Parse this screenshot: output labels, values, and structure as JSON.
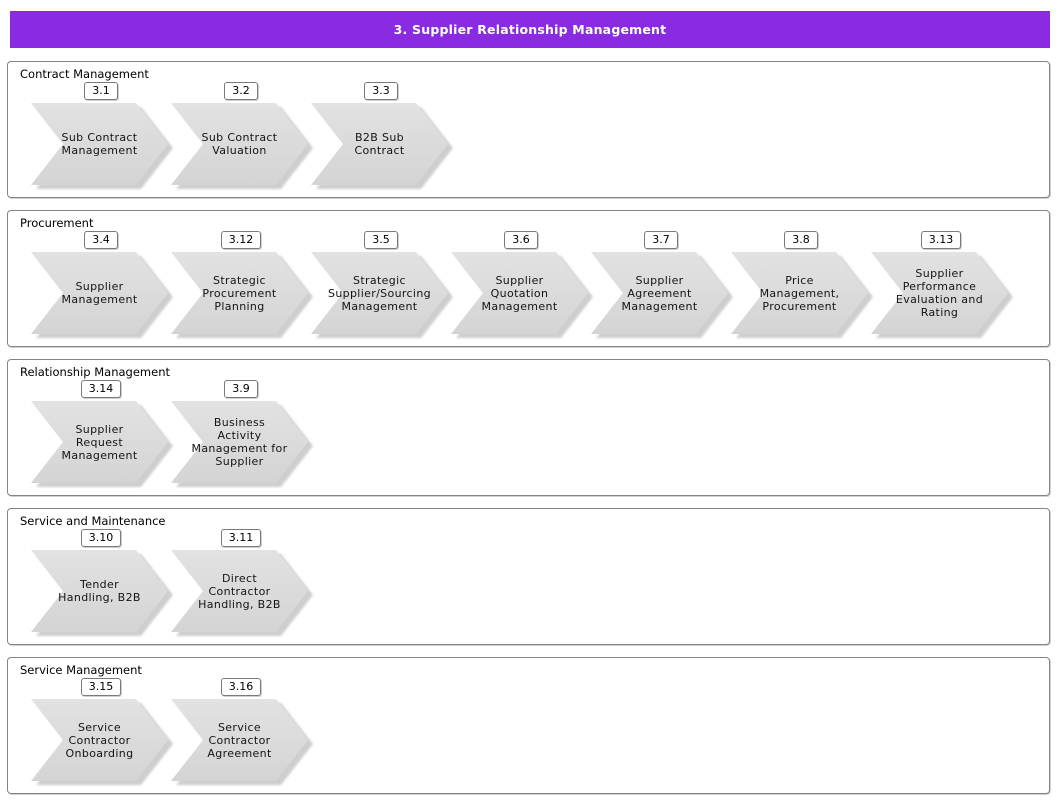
{
  "header": {
    "title": "3. Supplier Relationship Management"
  },
  "colors": {
    "header_bg": "#8A2BE2",
    "header_text": "#FFFFFF",
    "chevron_fill_top": "#E2E2E2",
    "chevron_fill_bottom": "#D4D4D4",
    "chevron_shadow": "#C2C2C2",
    "section_border": "#848484",
    "text": "#141414"
  },
  "sections": [
    {
      "label": "Contract Management",
      "items": [
        {
          "badge": "3.1",
          "label": "Sub Contract\nManagement"
        },
        {
          "badge": "3.2",
          "label": "Sub Contract\nValuation"
        },
        {
          "badge": "3.3",
          "label": "B2B Sub\nContract"
        }
      ]
    },
    {
      "label": "Procurement",
      "items": [
        {
          "badge": "3.4",
          "label": "Supplier\nManagement"
        },
        {
          "badge": "3.12",
          "label": "Strategic\nProcurement\nPlanning"
        },
        {
          "badge": "3.5",
          "label": "Strategic\nSupplier/Sourcing\nManagement"
        },
        {
          "badge": "3.6",
          "label": "Supplier\nQuotation\nManagement"
        },
        {
          "badge": "3.7",
          "label": "Supplier\nAgreement\nManagement"
        },
        {
          "badge": "3.8",
          "label": "Price\nManagement,\nProcurement"
        },
        {
          "badge": "3.13",
          "label": "Supplier\nPerformance\nEvaluation and\nRating"
        }
      ]
    },
    {
      "label": "Relationship Management",
      "items": [
        {
          "badge": "3.14",
          "label": "Supplier\nRequest\nManagement"
        },
        {
          "badge": "3.9",
          "label": "Business\nActivity\nManagement for\nSupplier"
        }
      ]
    },
    {
      "label": "Service and Maintenance",
      "items": [
        {
          "badge": "3.10",
          "label": "Tender\nHandling, B2B"
        },
        {
          "badge": "3.11",
          "label": "Direct\nContractor\nHandling, B2B"
        }
      ]
    },
    {
      "label": "Service Management",
      "items": [
        {
          "badge": "3.15",
          "label": "Service\nContractor\nOnboarding"
        },
        {
          "badge": "3.16",
          "label": "Service\nContractor\nAgreement"
        }
      ]
    }
  ]
}
